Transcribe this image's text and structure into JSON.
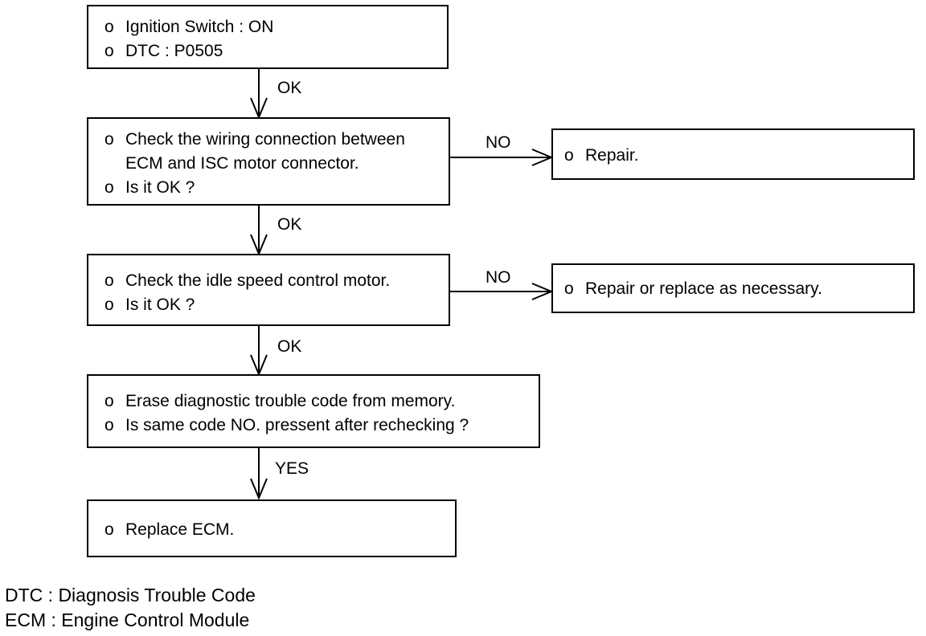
{
  "bullet": "o",
  "steps": {
    "start": {
      "lines": [
        "Ignition Switch : ON",
        "DTC : P0505"
      ]
    },
    "check_wiring": {
      "lines": [
        "Check the wiring connection between",
        "ECM and ISC motor connector.",
        "Is it OK ?"
      ]
    },
    "check_motor": {
      "lines": [
        "Check the idle speed control motor.",
        "Is it OK ?"
      ]
    },
    "erase_code": {
      "lines": [
        "Erase diagnostic trouble code from memory.",
        "Is same code NO. pressent after rechecking ?"
      ]
    },
    "replace_ecm": {
      "lines": [
        "Replace ECM."
      ]
    },
    "repair": {
      "lines": [
        "Repair."
      ]
    },
    "repair_replace": {
      "lines": [
        "Repair or replace as necessary."
      ]
    }
  },
  "connectors": {
    "start_to_wiring": "OK",
    "wiring_to_motor": "OK",
    "wiring_to_repair": "NO",
    "motor_to_erase": "OK",
    "motor_to_repair_replace": "NO",
    "erase_to_replace": "YES"
  },
  "legend": [
    "DTC : Diagnosis Trouble Code",
    "ECM : Engine Control Module"
  ]
}
